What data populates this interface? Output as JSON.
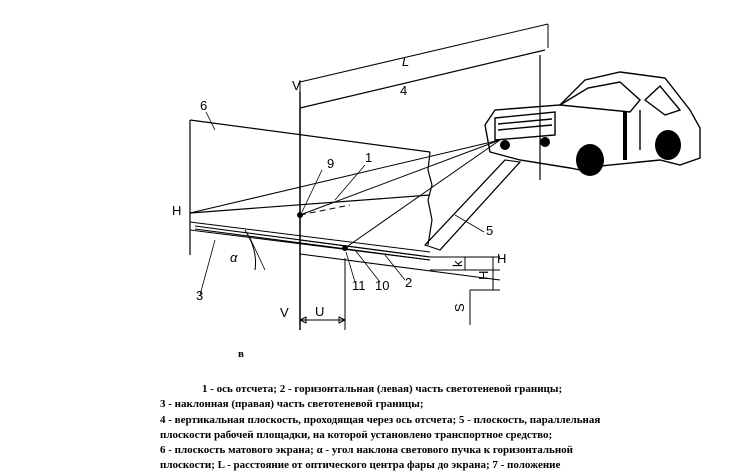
{
  "diagram": {
    "labels": {
      "L": "L",
      "V_top": "V",
      "V_bottom": "V",
      "H_left": "H",
      "H_right": "H",
      "H_dim": "H",
      "n1": "1",
      "n2": "2",
      "n3": "3",
      "n4": "4",
      "n5": "5",
      "n6": "6",
      "n9": "9",
      "n10": "10",
      "n11": "11",
      "alpha": "α",
      "k": "k",
      "S": "S",
      "U": "U"
    },
    "sub_label": "в"
  },
  "caption": {
    "lines": [
      "1 - ось отсчета; 2 - горизонтальная (левая) часть светотеневой границы;",
      "3 - наклонная (правая) часть светотеневой границы;",
      "4 - вертикальная плоскость, проходящая через ось отсчета; 5 - плоскость, параллельная",
      "плоскости рабочей площадки, на которой установлено транспортное средство;",
      "6 - плоскость матового экрана; α - угол наклона светового пучка к горизонтальной",
      "плоскости; L - расстояние от оптического центра фары до экрана; 7 - положение"
    ]
  }
}
